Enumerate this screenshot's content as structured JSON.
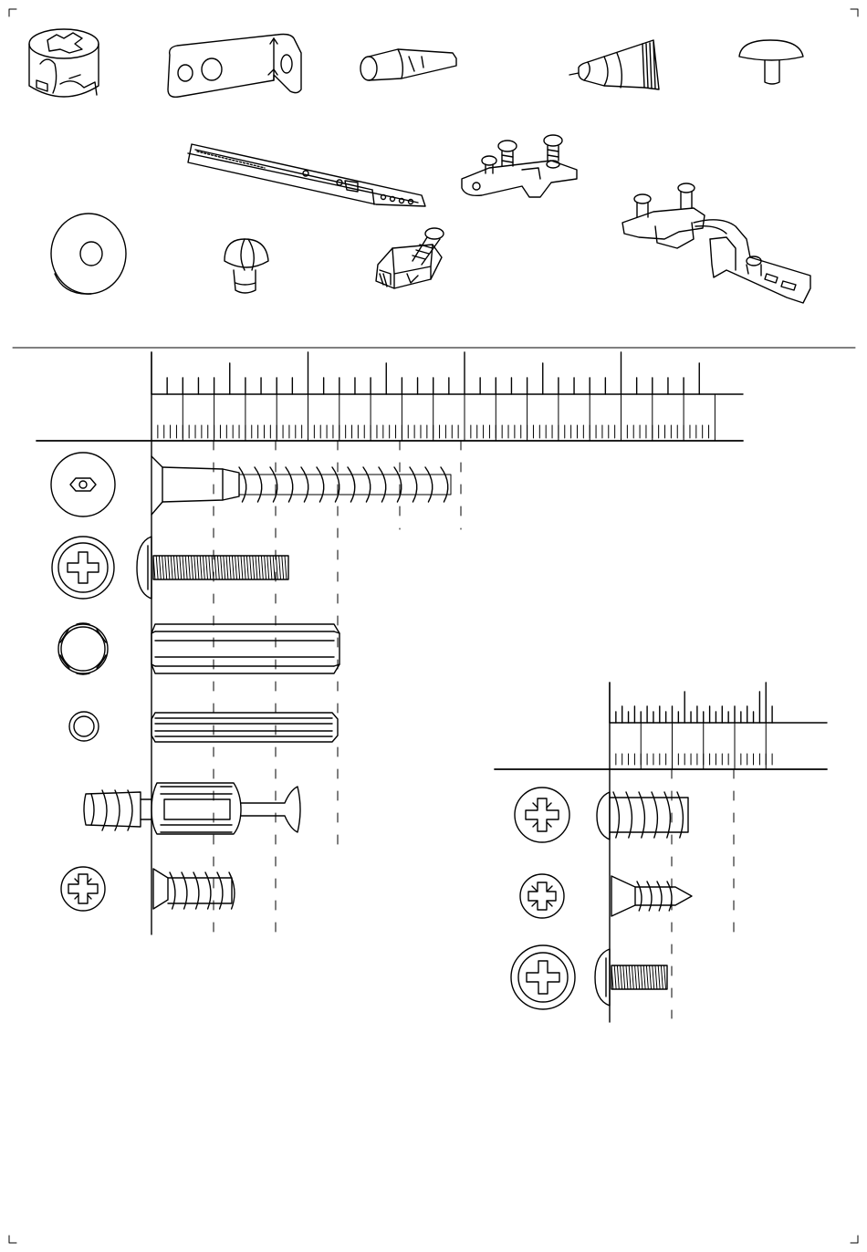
{
  "page": {
    "background": "#ffffff",
    "ink": "#000000"
  },
  "top_parts": [
    {
      "id": "cam-lock",
      "icon": "cam-lock-icon"
    },
    {
      "id": "angle-bracket",
      "icon": "angle-bracket-icon"
    },
    {
      "id": "shelf-pin",
      "icon": "shelf-pin-icon"
    },
    {
      "id": "glue-tube",
      "icon": "glue-tube-icon"
    },
    {
      "id": "mushroom-cap",
      "icon": "cover-cap-icon"
    },
    {
      "id": "drawer-runner",
      "icon": "drawer-runner-icon"
    },
    {
      "id": "hinge-plate",
      "icon": "hinge-mounting-plate-icon"
    },
    {
      "id": "washer",
      "icon": "washer-icon"
    },
    {
      "id": "round-head-pin",
      "icon": "split-pin-icon"
    },
    {
      "id": "corner-connector",
      "icon": "corner-connector-icon"
    },
    {
      "id": "cabinet-hinge",
      "icon": "cabinet-hinge-icon"
    }
  ],
  "large_scale_fasteners": [
    {
      "id": "confirmat-screw",
      "icon": "hex-socket-head-icon",
      "length_mm": 50
    },
    {
      "id": "machine-bolt",
      "icon": "phillips-pan-head-icon",
      "length_mm": 22
    },
    {
      "id": "large-dowel",
      "icon": "fluted-dowel-end-icon",
      "length_mm": 30
    },
    {
      "id": "small-dowel",
      "icon": "small-dowel-end-icon",
      "length_mm": 30
    },
    {
      "id": "cam-bolt",
      "icon": "cam-bolt-icon",
      "length_mm": 24
    },
    {
      "id": "euro-screw",
      "icon": "pozidriv-head-icon",
      "length_mm": 13
    }
  ],
  "small_scale_fasteners": [
    {
      "id": "pan-head-screw",
      "icon": "pozidriv-head-icon",
      "length_mm": 13
    },
    {
      "id": "countersunk-screw",
      "icon": "pozidriv-head-icon",
      "length_mm": 13
    },
    {
      "id": "small-machine-bolt",
      "icon": "phillips-pan-head-icon",
      "length_mm": 9
    }
  ]
}
